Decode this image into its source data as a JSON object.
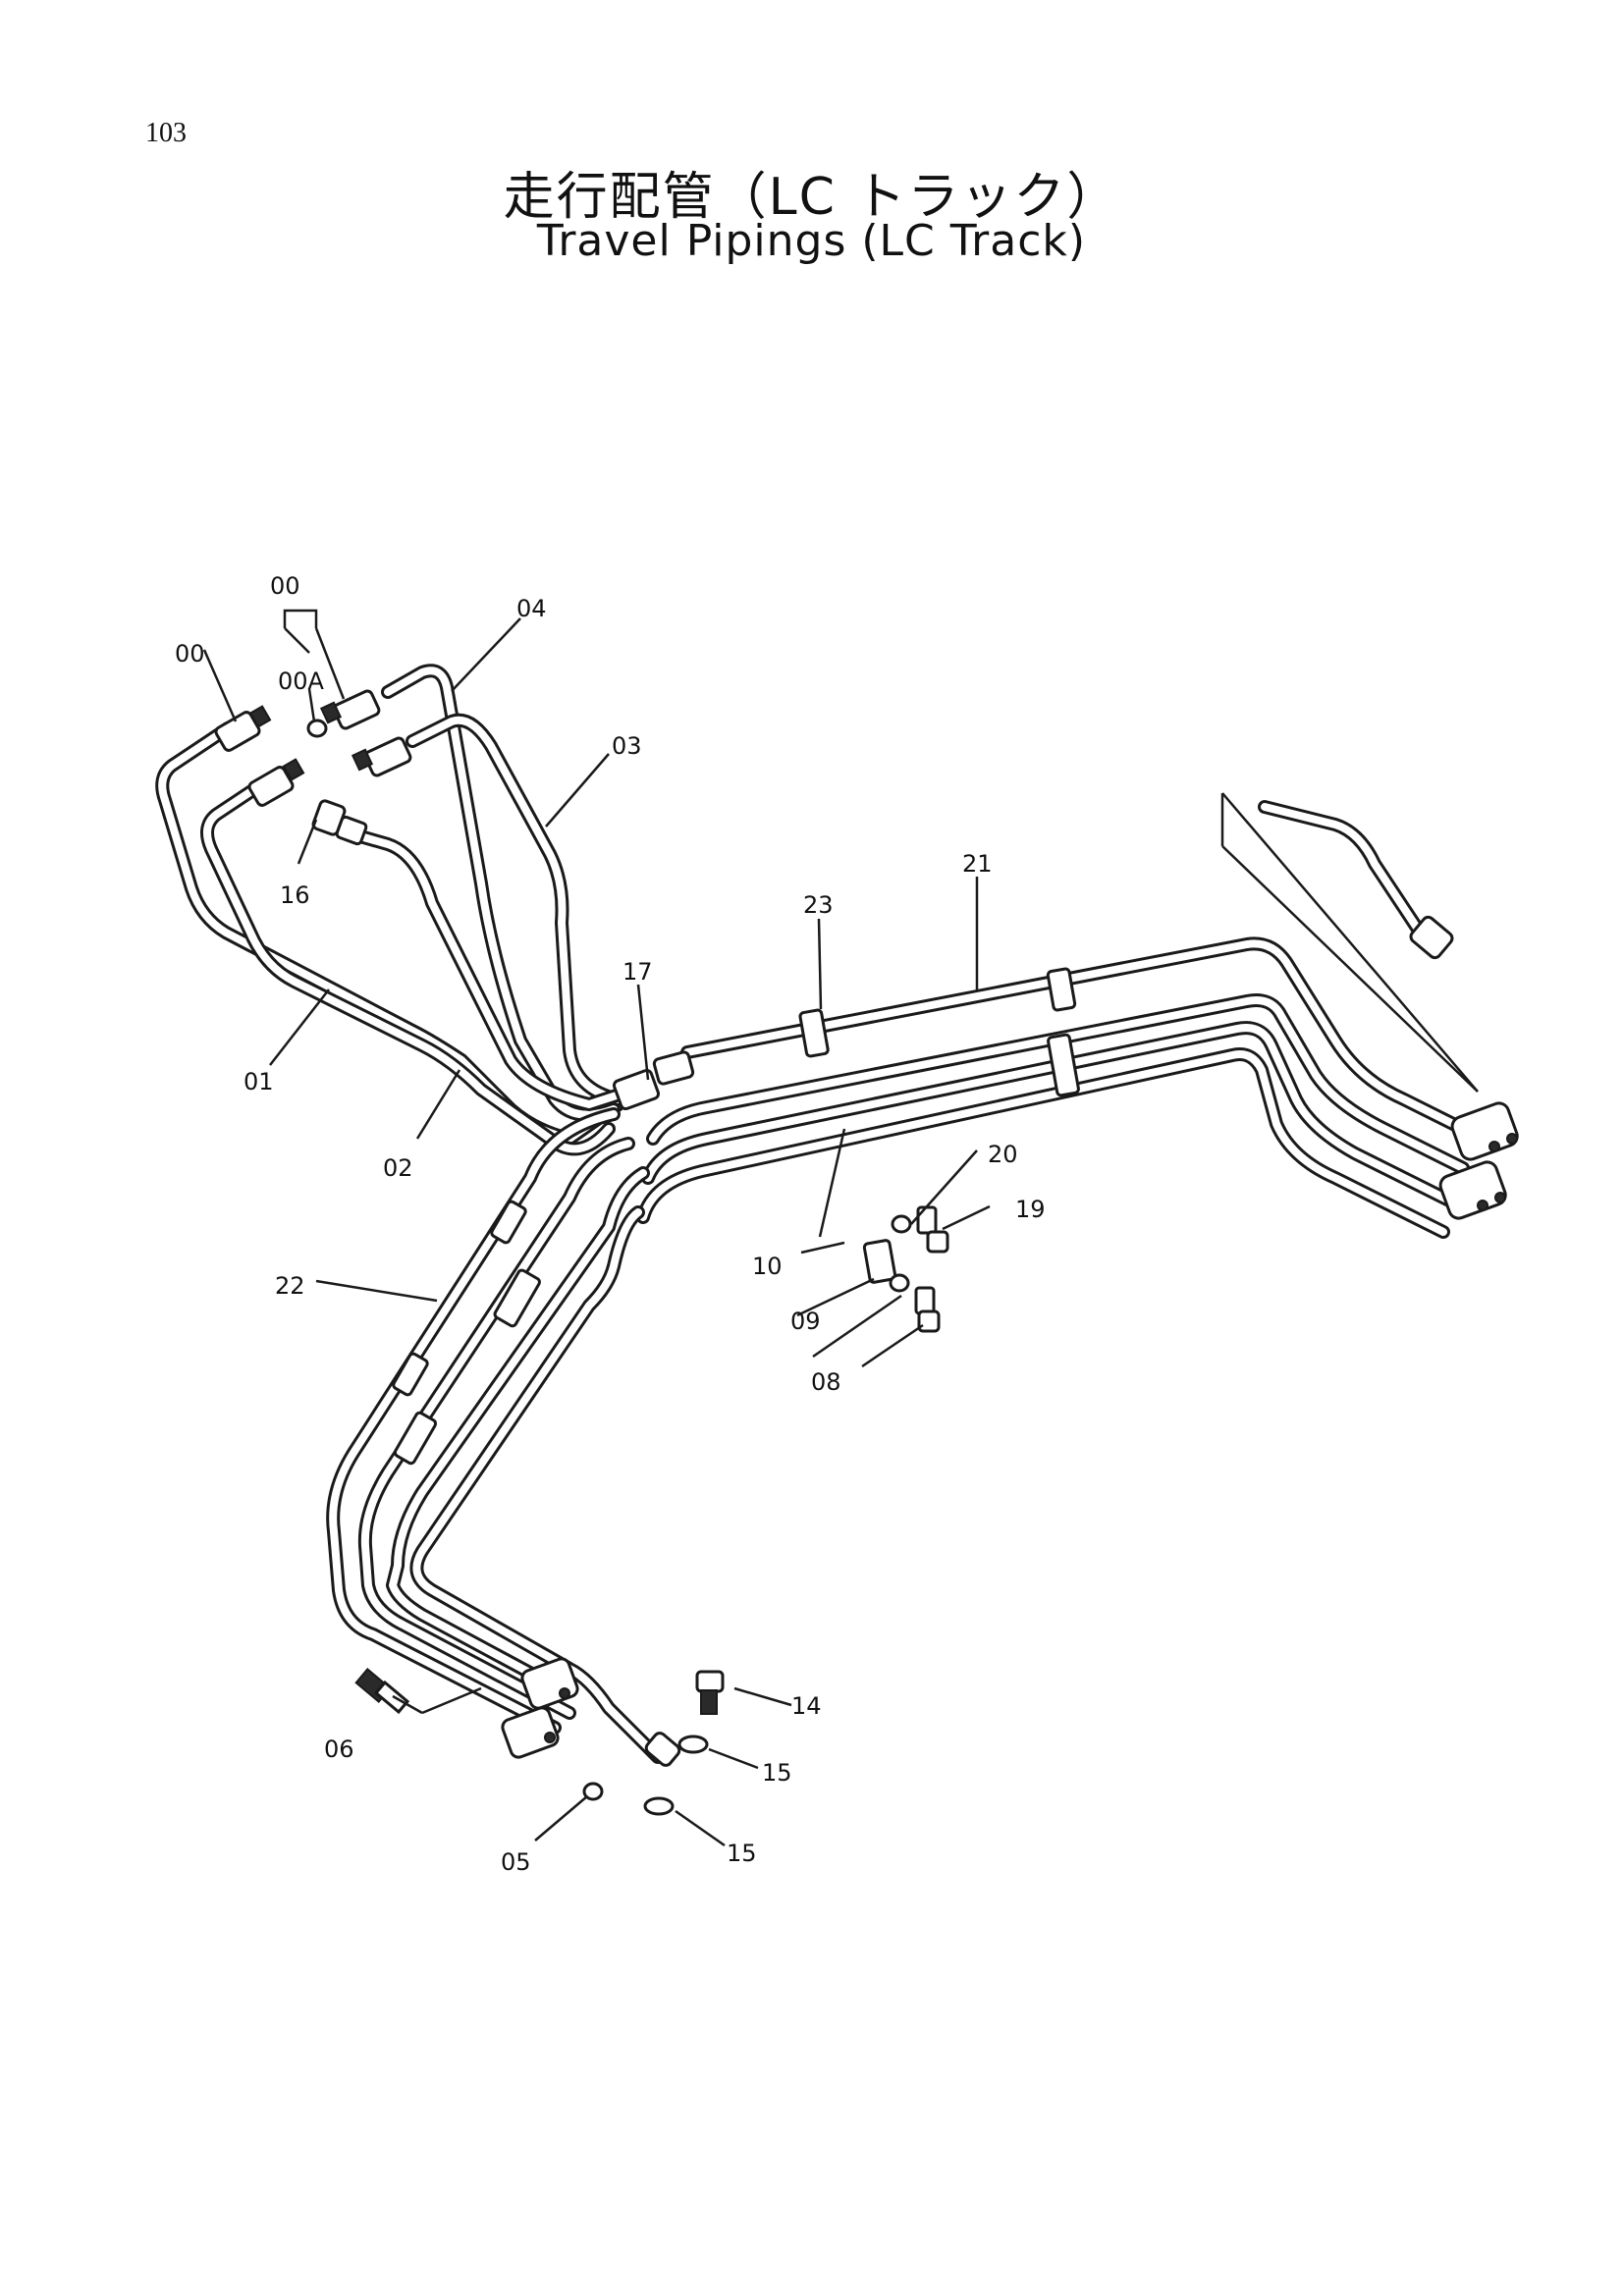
{
  "page_number": "103",
  "title_ja": "走行配管（LC トラック）",
  "title_en": "Travel Pipings (LC Track)",
  "callouts": [
    "00",
    "00",
    "00A",
    "04",
    "03",
    "16",
    "01",
    "02",
    "17",
    "23",
    "21",
    "20",
    "19",
    "10",
    "09",
    "08",
    "22",
    "06",
    "14",
    "15",
    "15",
    "05"
  ]
}
